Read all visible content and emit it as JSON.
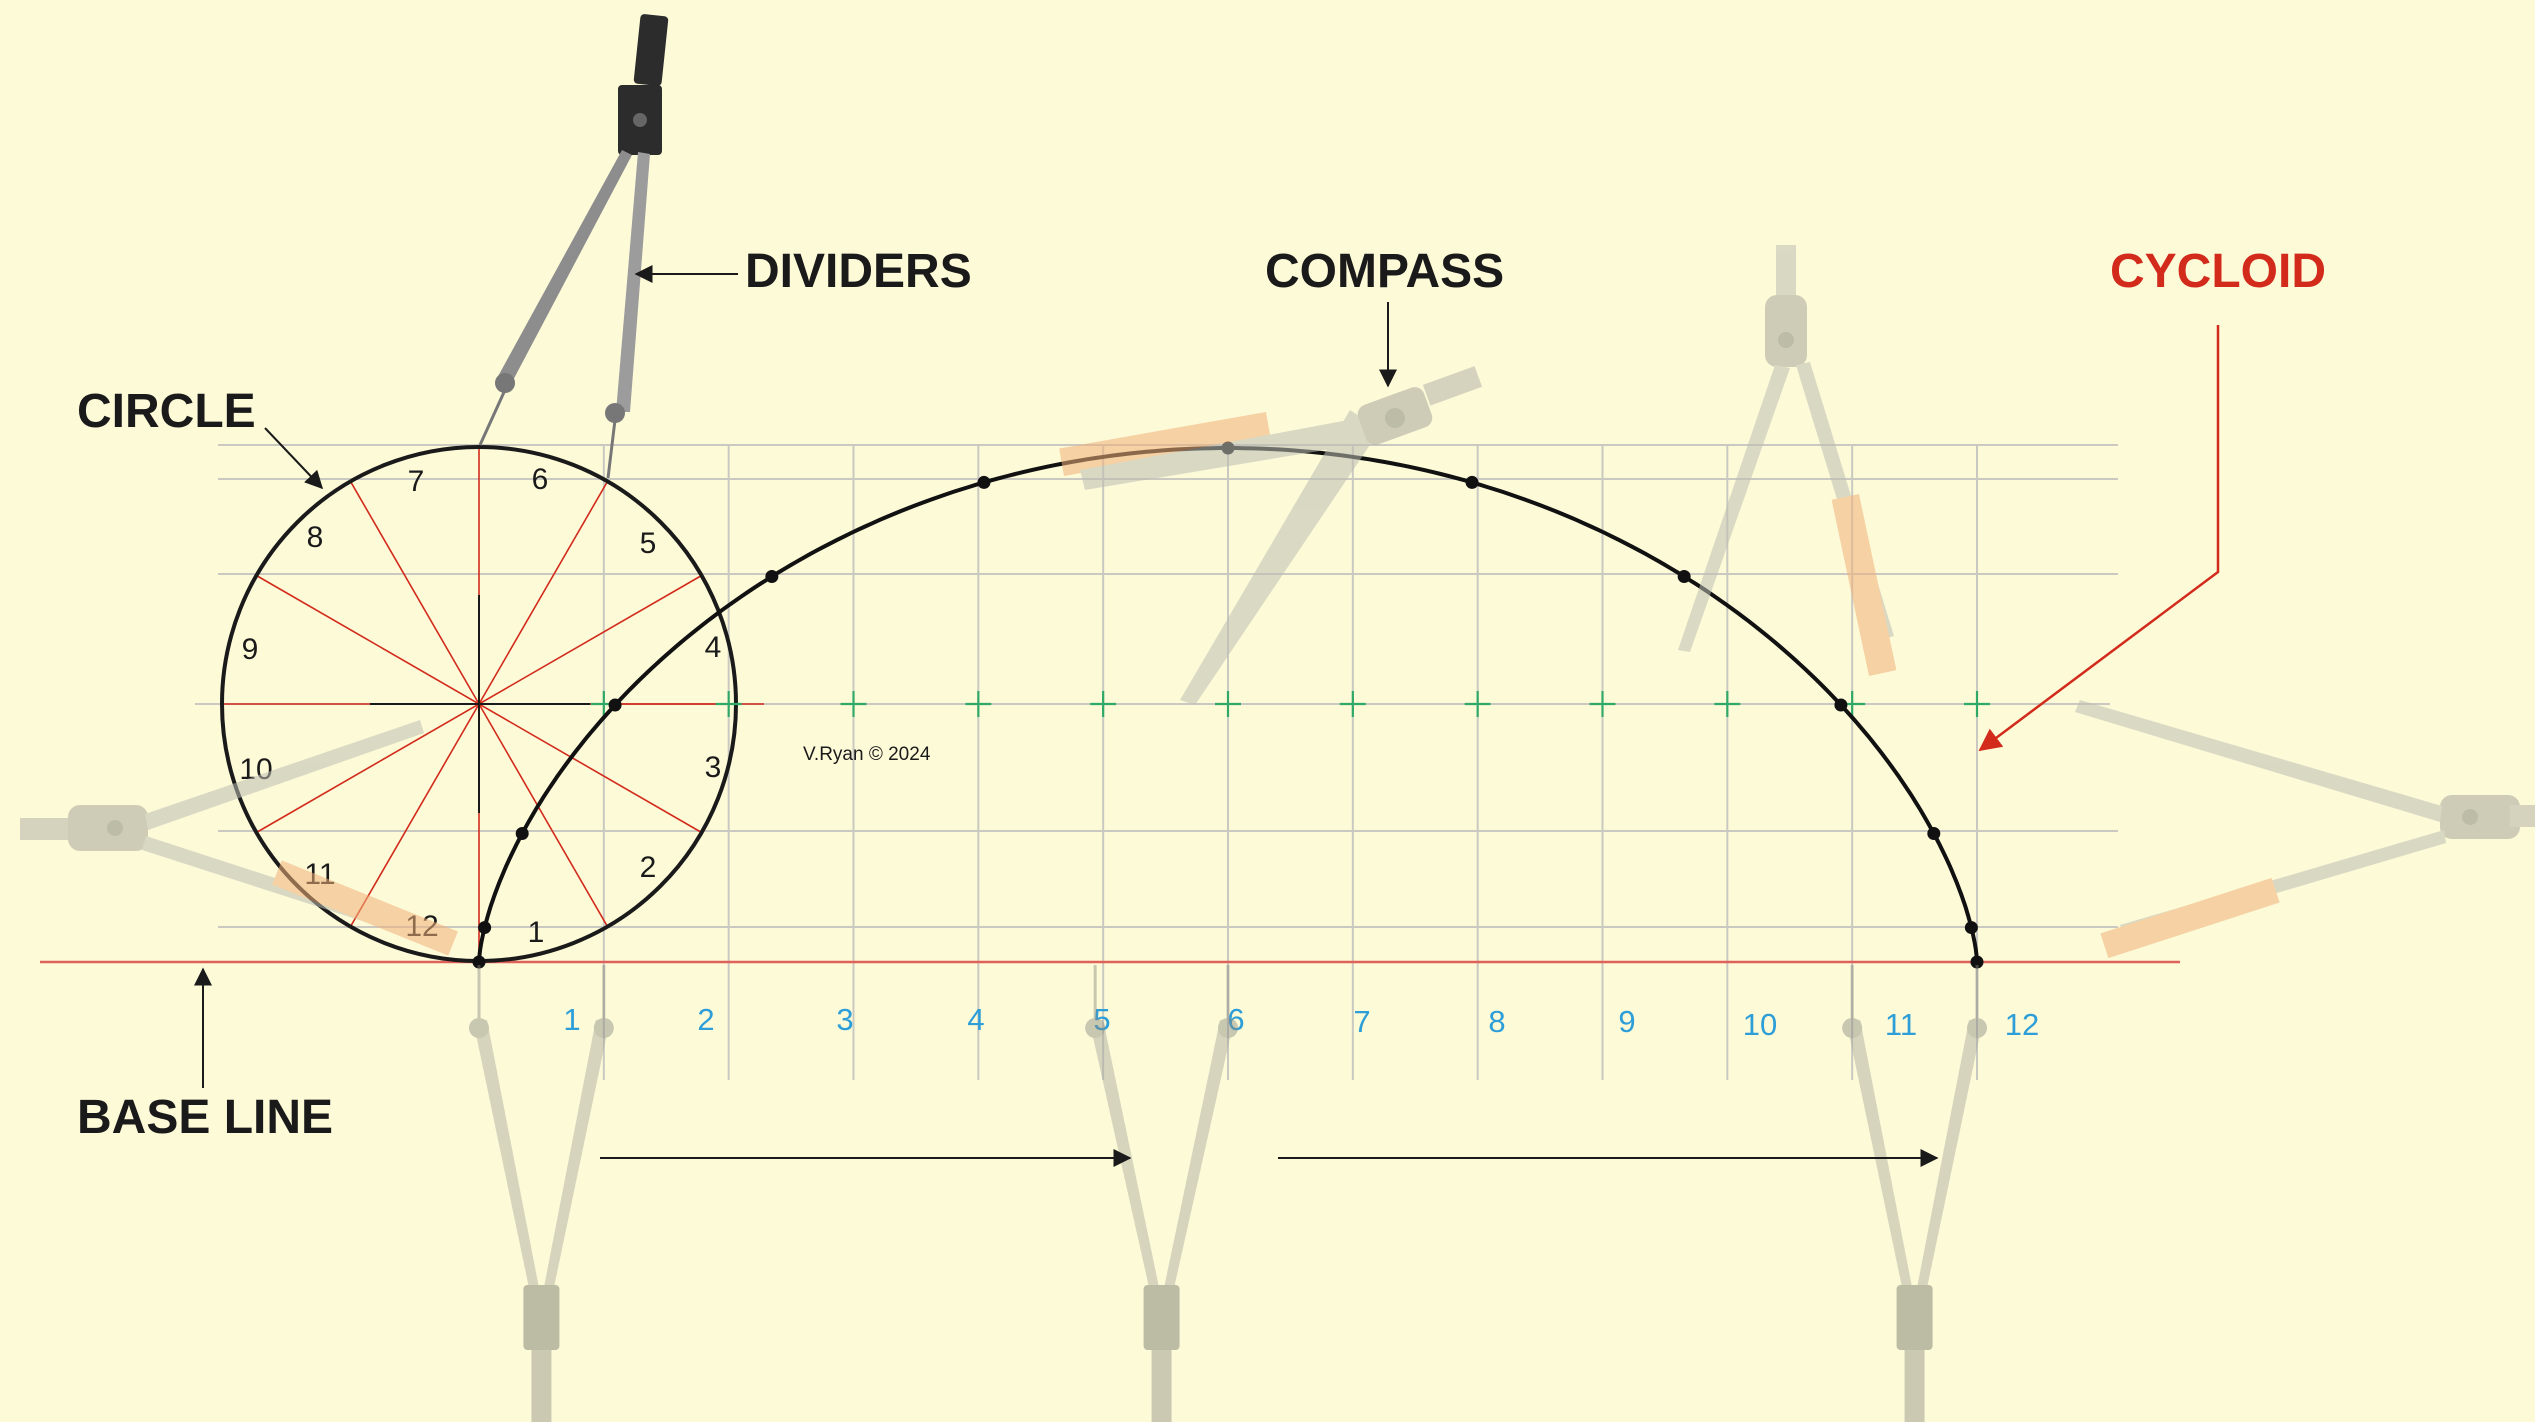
{
  "labels": {
    "circle": "CIRCLE",
    "dividers": "DIVIDERS",
    "compass": "COMPASS",
    "cycloid": "CYCLOID",
    "base_line": "BASE LINE"
  },
  "credit": "V.Ryan © 2024",
  "circle_numbers": [
    "1",
    "2",
    "3",
    "4",
    "5",
    "6",
    "7",
    "8",
    "9",
    "10",
    "11",
    "12"
  ],
  "base_numbers": [
    "1",
    "2",
    "3",
    "4",
    "5",
    "6",
    "7",
    "8",
    "9",
    "10",
    "11",
    "12"
  ],
  "colors": {
    "background": "#fdfad8",
    "construction_red": "#d22b1c",
    "grid": "#c9c9c2",
    "centre_marks": "#2fa868",
    "base_numbers": "#2d9ed8",
    "curve": "#111111"
  },
  "icons": {
    "dividers": "drawing-dividers-icon",
    "compass": "drawing-compass-icon"
  }
}
